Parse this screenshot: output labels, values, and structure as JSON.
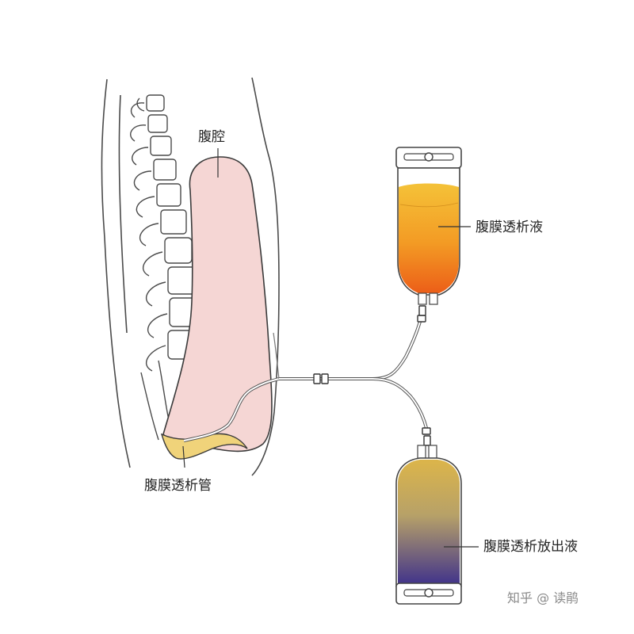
{
  "labels": {
    "cavity": "腹腔",
    "dialysate": "腹膜透析液",
    "catheter": "腹膜透析管",
    "drain": "腹膜透析放出液"
  },
  "watermark": "知乎 @ 读鹃",
  "colors": {
    "cavity_fill": "#f5d6d4",
    "dialysate_top": "#f2b72a",
    "dialysate_bottom": "#ee6a1a",
    "drain_top": "#d9b34a",
    "drain_bottom": "#4a3a8a",
    "pelvis_fill": "#f0d37a",
    "outline": "#333333"
  },
  "icons": [
    "spine-icon",
    "iv-bag-icon",
    "drain-bag-icon",
    "clamp-icon"
  ]
}
